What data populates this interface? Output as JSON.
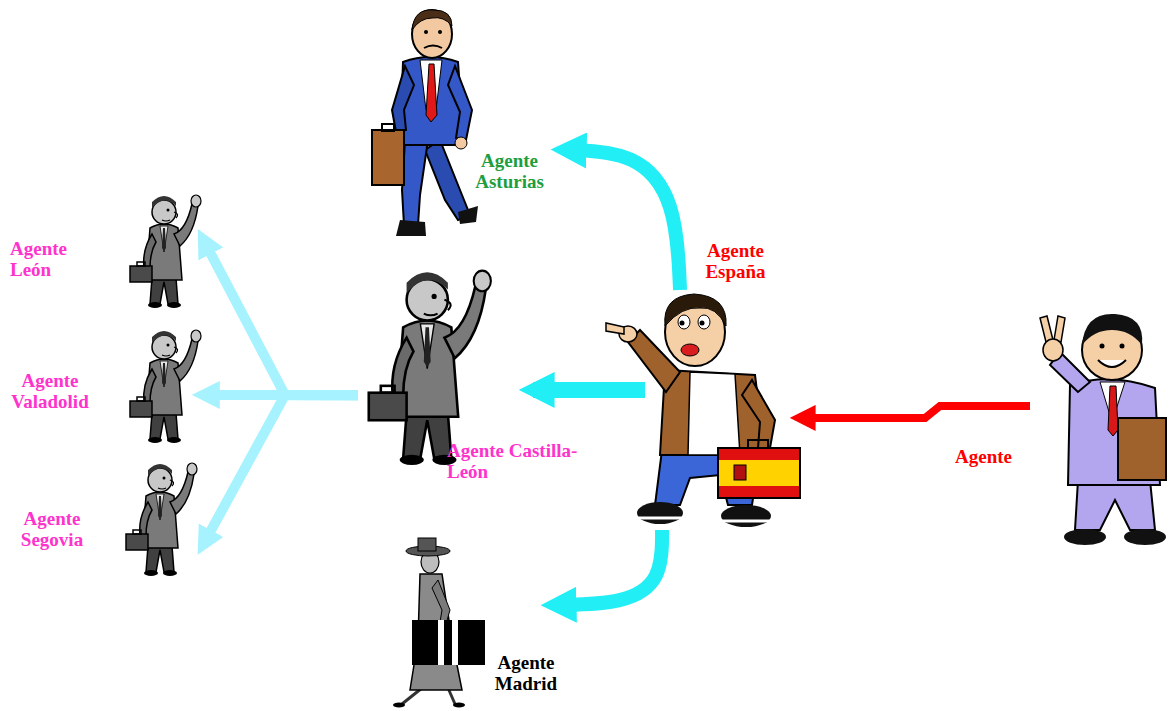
{
  "diagram": {
    "nodes": [
      {
        "text": [
          "Agente"
        ]
      },
      {
        "text": [
          "Agente España"
        ]
      },
      {
        "text": [
          "Agente Asturias"
        ]
      },
      {
        "text": [
          "Agente Castilla-León"
        ]
      },
      {
        "text": [
          "Agente Madrid"
        ]
      },
      {
        "text": [
          "Agente León"
        ]
      },
      {
        "text": [
          "Agente Valadolid"
        ]
      },
      {
        "text": [
          "Agente Segovia"
        ]
      }
    ],
    "edges": [
      {
        "from": 0,
        "to": 1,
        "arrow": "to"
      },
      {
        "from": 1,
        "to": 2,
        "arrow": "to"
      },
      {
        "from": 1,
        "to": 3,
        "arrow": "to"
      },
      {
        "from": 1,
        "to": 4,
        "arrow": "to"
      },
      {
        "from": 3,
        "to": 5,
        "arrow": "to"
      },
      {
        "from": 3,
        "to": 6,
        "arrow": "to"
      },
      {
        "from": 3,
        "to": 7,
        "arrow": "to"
      }
    ]
  }
}
